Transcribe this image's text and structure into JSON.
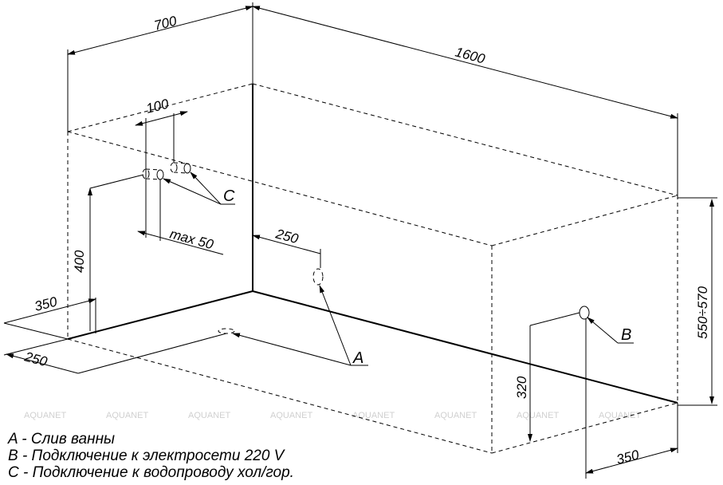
{
  "dimensions": {
    "width": "700",
    "length": "1600",
    "height": "550÷570",
    "pipe_spacing": "100",
    "pipe_offset": "max 50",
    "pipe_height": "400",
    "drain_from_wall": "250",
    "left_350": "350",
    "left_250": "250",
    "socket_height": "320",
    "socket_offset": "350"
  },
  "markers": {
    "a": "A",
    "b": "B",
    "c": "C"
  },
  "legend": [
    "A - Слив ванны",
    "B - Подключение к электросети 220 V",
    "C - Подключение к водопроводу хол/гор."
  ],
  "watermark": "AQUANET"
}
